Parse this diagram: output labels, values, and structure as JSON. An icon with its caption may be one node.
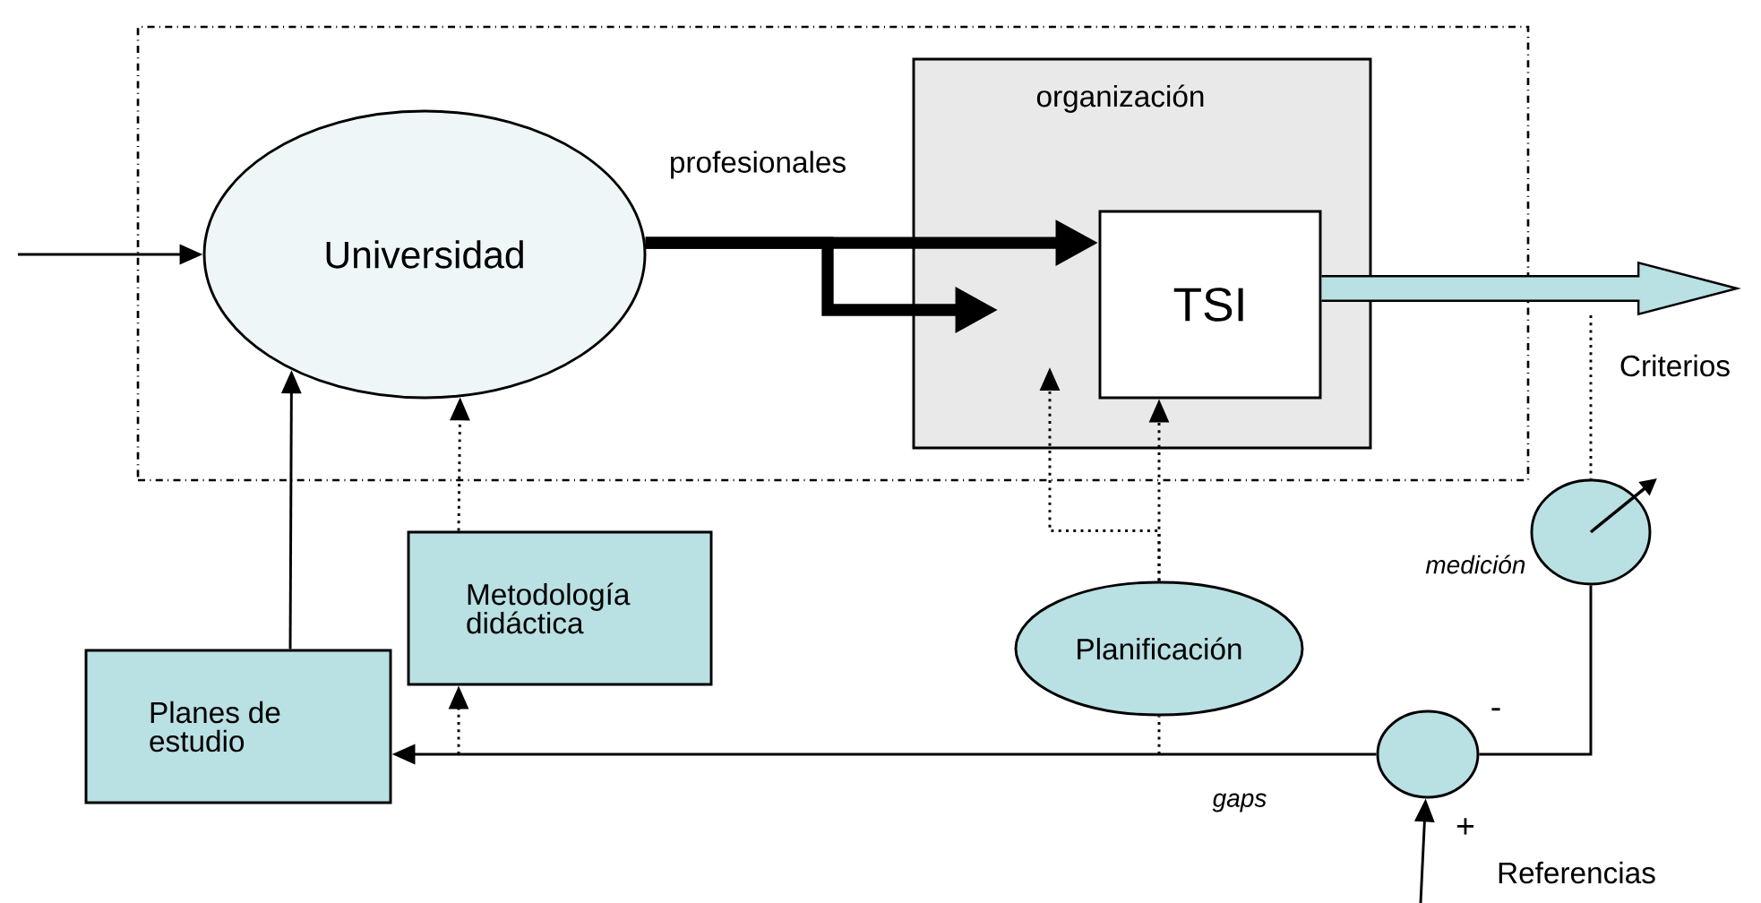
{
  "diagram": {
    "nodes": [
      {
        "text": [],
        "shape": "box"
      },
      {
        "text": [
          "Universidad"
        ],
        "in": 0
      },
      {
        "text": [
          "organización"
        ],
        "in": 0
      },
      {
        "text": [
          "TSI"
        ],
        "in": 2
      },
      {
        "text": [
          "Metodología didáctica"
        ]
      },
      {
        "text": [
          "Planes de estudio"
        ]
      },
      {
        "text": [
          "Planificación"
        ]
      },
      {
        "text": [],
        "shape": "circle"
      },
      {
        "text": [],
        "shape": "circle",
        "beside": [
          "medición"
        ]
      }
    ],
    "edges": [
      {
        "from": null,
        "to": 1,
        "arrow": "to"
      },
      {
        "from": 1,
        "to": 3,
        "arrow": "to",
        "label": "profesionales",
        "style": "thick"
      },
      {
        "from": 1,
        "to": 2,
        "arrow": "to",
        "style": "thick"
      },
      {
        "from": 3,
        "to": null,
        "arrow": "to",
        "label": "Criterios",
        "style": "thick",
        "color": "#b9e0e3"
      },
      {
        "from": null,
        "to": 8,
        "arrow": "none",
        "style": "dashed"
      },
      {
        "from": 8,
        "to": 7,
        "arrow": "none"
      },
      {
        "from": 7,
        "to": 5,
        "arrow": "to",
        "label": "gaps"
      },
      {
        "from": null,
        "to": 7,
        "arrow": "to",
        "label": "Referencias"
      },
      {
        "from": 5,
        "to": 1,
        "arrow": "to"
      },
      {
        "from": 4,
        "to": 1,
        "arrow": "to",
        "style": "dashed"
      },
      {
        "from": 6,
        "to": 3,
        "arrow": "to",
        "style": "dashed"
      },
      {
        "from": 6,
        "to": null,
        "arrow": "to",
        "style": "dashed"
      },
      {
        "from": null,
        "to": 4,
        "arrow": "to",
        "style": "dashed"
      },
      {
        "from": null,
        "to": 6,
        "arrow": "none",
        "style": "dashed"
      }
    ],
    "labels": [
      "-",
      "+"
    ]
  }
}
